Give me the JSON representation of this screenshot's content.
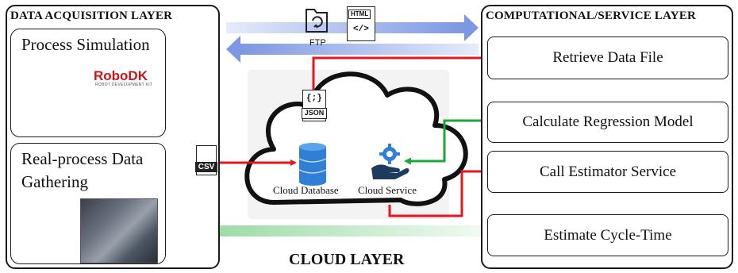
{
  "layers": {
    "left_title": "DATA ACQUISITION LAYER",
    "right_title": "COMPUTATIONAL/SERVICE LAYER",
    "bottom_title": "CLOUD LAYER"
  },
  "left": {
    "process_simulation": "Process Simulation",
    "robodk_name": "RoboDK",
    "robodk_sub": "ROBOT DEVELOPMENT KIT",
    "real_process_line1": "Real-process Data",
    "real_process_line2": "Gathering"
  },
  "file_icons": {
    "csv": "CSV",
    "json": "JSON",
    "json_glyph": "{;}",
    "html": "HTML",
    "html_glyph": "</>",
    "ftp": "FTP"
  },
  "cloud": {
    "database_label": "Cloud Database",
    "service_label": "Cloud Service"
  },
  "steps": [
    "Retrieve Data  File",
    "Calculate Regression Model",
    "Call Estimator Service",
    "Estimate Cycle-Time"
  ],
  "colors": {
    "red_flow": "#e8141c",
    "green_flow": "#1aa83a",
    "blue_arrow": "#8fa6e6",
    "green_arrow": "#b9e6bf",
    "db_blue": "#2f7fd6",
    "worker_skin": "#f2c27a",
    "worker_helmet": "#f3b21a",
    "worker_suit": "#4e6e8e"
  }
}
